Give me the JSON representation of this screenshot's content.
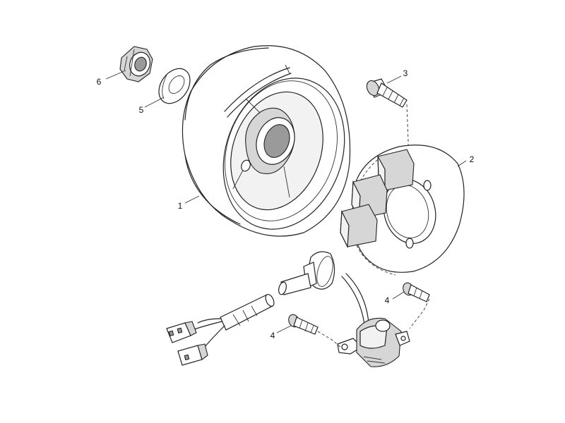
{
  "diagram": {
    "callouts": [
      {
        "id": "flywheel",
        "label": "1"
      },
      {
        "id": "stator",
        "label": "2"
      },
      {
        "id": "bolt-3",
        "label": "3"
      },
      {
        "id": "bolt-4a",
        "label": "4"
      },
      {
        "id": "bolt-4b",
        "label": "4"
      },
      {
        "id": "washer",
        "label": "5"
      },
      {
        "id": "nut",
        "label": "6"
      }
    ]
  }
}
